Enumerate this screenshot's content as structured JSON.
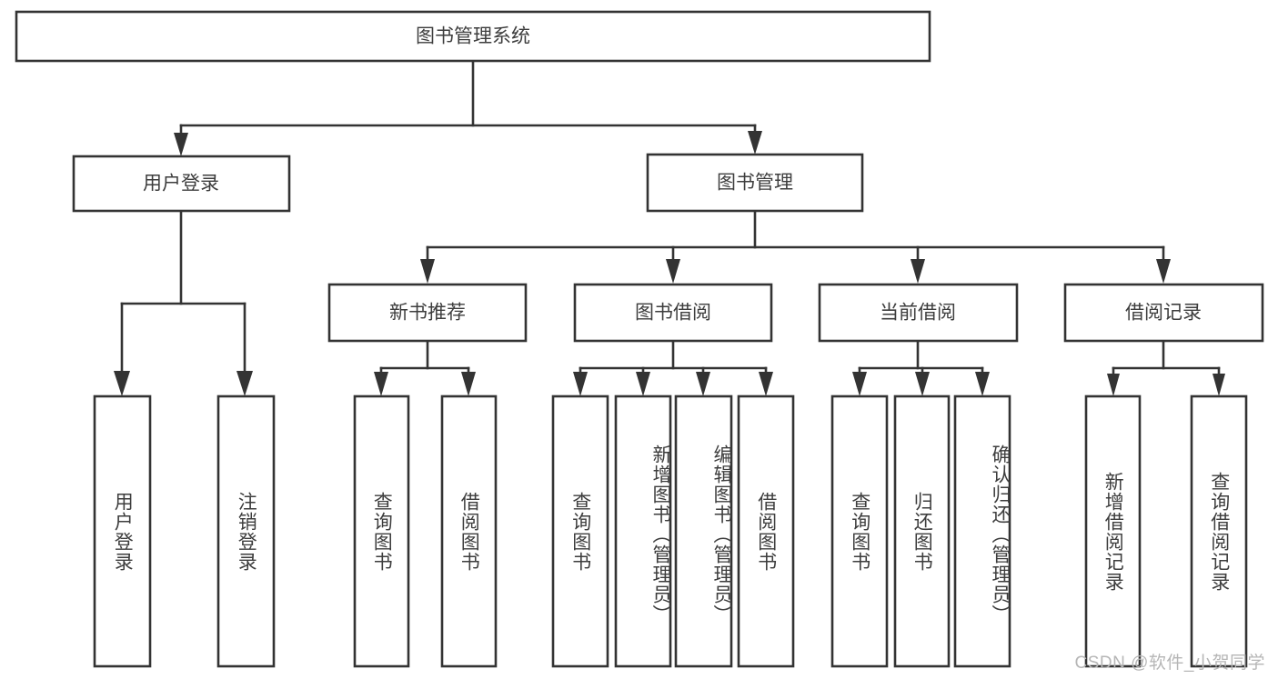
{
  "diagram": {
    "type": "hierarchy-tree",
    "title": "图书管理系统",
    "watermark": "CSDN @软件_小贺同学",
    "colors": {
      "stroke": "#333333",
      "text": "#3d3d3d",
      "background": "#ffffff",
      "watermark": "#b6b6b6"
    },
    "levels": {
      "root": {
        "label": "图书管理系统"
      },
      "level2": [
        {
          "id": "user-login",
          "label": "用户登录"
        },
        {
          "id": "book-management",
          "label": "图书管理"
        }
      ],
      "level3": [
        {
          "id": "new-book-recommend",
          "label": "新书推荐",
          "parent": "book-management"
        },
        {
          "id": "book-borrow",
          "label": "图书借阅",
          "parent": "book-management"
        },
        {
          "id": "current-borrow",
          "label": "当前借阅",
          "parent": "book-management"
        },
        {
          "id": "borrow-record",
          "label": "借阅记录",
          "parent": "book-management"
        }
      ],
      "leaves": [
        {
          "id": "leaf-user-login",
          "label": "用户登录",
          "parent": "user-login"
        },
        {
          "id": "leaf-logout-login",
          "label": "注销登录",
          "parent": "user-login"
        },
        {
          "id": "leaf-query-book-1",
          "label": "查询图书",
          "parent": "new-book-recommend"
        },
        {
          "id": "leaf-borrow-book-1",
          "label": "借阅图书",
          "parent": "new-book-recommend"
        },
        {
          "id": "leaf-query-book-2",
          "label": "查询图书",
          "parent": "book-borrow"
        },
        {
          "id": "leaf-add-book",
          "label": "新增图书（管理员）",
          "parent": "book-borrow"
        },
        {
          "id": "leaf-edit-book",
          "label": "编辑图书（管理员）",
          "parent": "book-borrow"
        },
        {
          "id": "leaf-borrow-book-2",
          "label": "借阅图书",
          "parent": "book-borrow"
        },
        {
          "id": "leaf-query-book-3",
          "label": "查询图书",
          "parent": "current-borrow"
        },
        {
          "id": "leaf-return-book",
          "label": "归还图书",
          "parent": "current-borrow"
        },
        {
          "id": "leaf-confirm-return",
          "label": "确认归还（管理员）",
          "parent": "current-borrow"
        },
        {
          "id": "leaf-add-record",
          "label": "新增借阅记录",
          "parent": "borrow-record"
        },
        {
          "id": "leaf-query-record",
          "label": "查询借阅记录",
          "parent": "borrow-record"
        }
      ]
    }
  }
}
